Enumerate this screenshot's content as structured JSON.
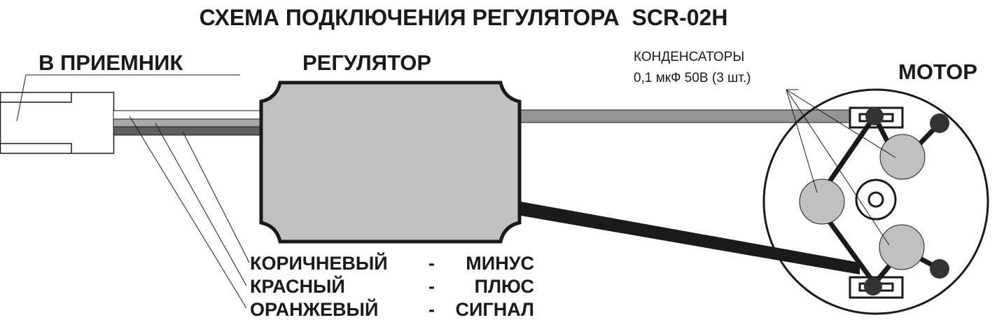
{
  "title": "СХЕМА ПОДКЛЮЧЕНИЯ РЕГУЛЯТОРА  SCR-02H",
  "receiver_label": "В ПРИЕМНИК",
  "regulator_label": "РЕГУЛЯТОР",
  "motor_label": "МОТОР",
  "capacitors": {
    "line1": "КОНДЕНСАТОРЫ",
    "line2": "0,1 мкФ 50В (3 шт.)"
  },
  "wires": [
    {
      "color_name": "КОРИЧНЕВЫЙ",
      "dash": "-",
      "role": "МИНУС",
      "fill": "#5e5e5e"
    },
    {
      "color_name": "КРАСНЫЙ",
      "dash": "-",
      "role": "ПЛЮС",
      "fill": "#a8a8a8"
    },
    {
      "color_name": "ОРАНЖЕВЫЙ",
      "dash": "-",
      "role": "СИГНАЛ",
      "fill": "#ffffff"
    }
  ],
  "colors": {
    "ink": "#1a1a1a",
    "body": "#c0c0c0",
    "wire_gray": "#959595",
    "terminal": "#333333"
  }
}
